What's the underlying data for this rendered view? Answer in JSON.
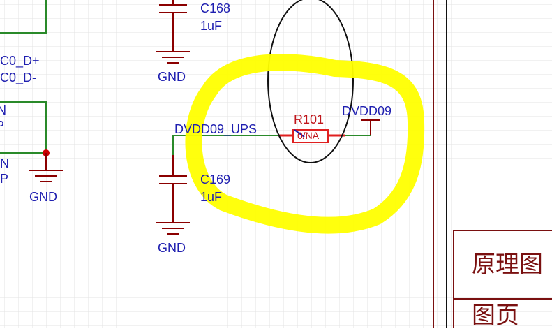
{
  "colors": {
    "grid": "#e3e3e3",
    "wire": "#2a8a2a",
    "component": "#8b0000",
    "net_label": "#1f1fb0",
    "refdes": "#c0161c",
    "highlight": "#ffff00",
    "junction": "#cc0000",
    "title_block": "#7a1010"
  },
  "icons": [
    "ground-symbol",
    "capacitor-symbol",
    "resistor-symbol",
    "power-port-symbol"
  ],
  "labels": {
    "c168_ref": "C168",
    "c168_val": "1uF",
    "gnd_top": "GND",
    "net_dp": "C0_D+",
    "net_dm": "C0_D-",
    "pin_n1": "N",
    "pin_p1": "P",
    "pin_n2": "N",
    "pin_p2": "P",
    "gnd_left": "GND",
    "net_dvdd09_ups": "DVDD09_UPS",
    "r101_ref": "R101",
    "r101_val": "0/NA",
    "net_dvdd09": "DVDD09",
    "c169_ref": "C169",
    "c169_val": "1uF",
    "gnd_bottom": "GND"
  },
  "title_block": {
    "title": "原理图",
    "page": "图页"
  }
}
